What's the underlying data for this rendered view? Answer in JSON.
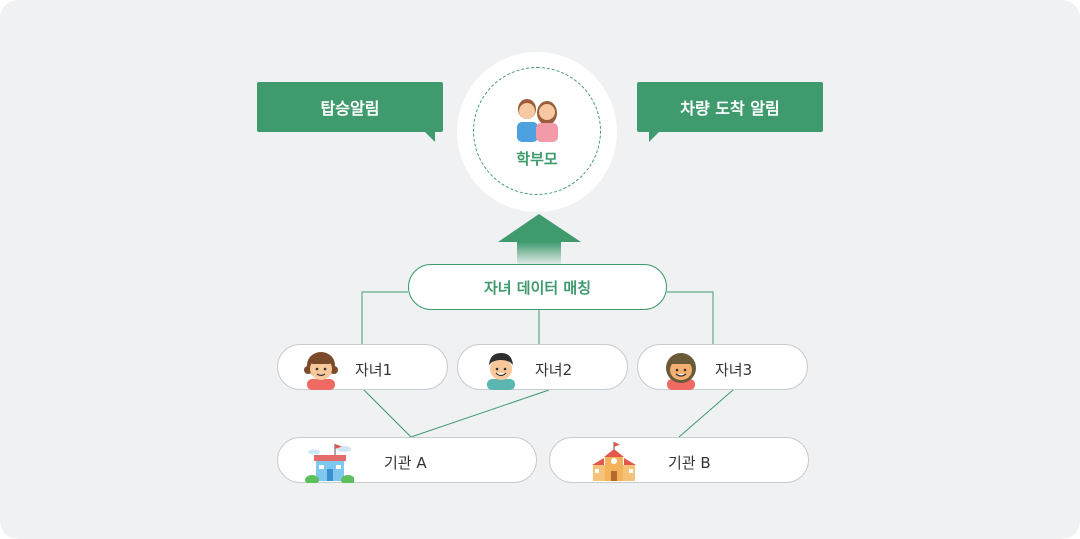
{
  "notifications": {
    "boarding": "탑승알림",
    "arrival": "차량 도착 알림"
  },
  "parent": {
    "label": "학부모"
  },
  "matching": {
    "label": "자녀 데이터 매칭"
  },
  "children": [
    {
      "label": "자녀1"
    },
    {
      "label": "자녀2"
    },
    {
      "label": "자녀3"
    }
  ],
  "schools": [
    {
      "label": "기관 A"
    },
    {
      "label": "기관 B"
    }
  ],
  "colors": {
    "accent": "#3f9a6d",
    "background": "#f0f1f3",
    "pill_border": "#c9cccf"
  },
  "icons": {
    "parent": "parents-icon",
    "child_1": "girl-avatar-icon",
    "child_2": "boy-avatar-icon",
    "child_3": "girl-avatar-icon",
    "school_a": "school-building-icon",
    "school_b": "school-building-icon"
  }
}
